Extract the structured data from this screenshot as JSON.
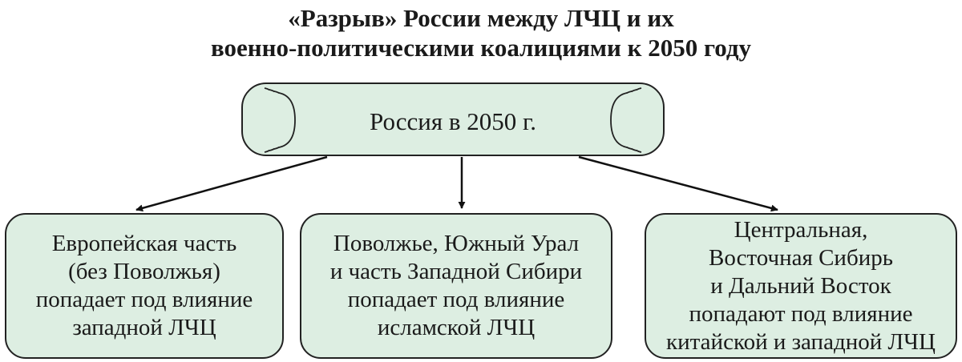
{
  "title": {
    "line1": "«Разрыв» России между ЛЧЦ и их",
    "line2": "военно-политическими коалициями к 2050 году"
  },
  "center": {
    "label": "Россия в 2050 г."
  },
  "regions": [
    {
      "lines": [
        "Европейская часть",
        "(без Поволжья)",
        "попадает под влияние",
        "западной ЛЧЦ"
      ]
    },
    {
      "lines": [
        "Поволжье, Южный Урал",
        "и часть Западной Сибири",
        "попадает под влияние",
        "исламской ЛЧЦ"
      ]
    },
    {
      "lines": [
        "Центральная,",
        "Восточная Сибирь",
        "и Дальний Восток",
        "попадают под влияние",
        "китайской и западной ЛЧЦ"
      ]
    }
  ],
  "colors": {
    "box_fill": "#ddeee2",
    "stroke": "#222222"
  }
}
